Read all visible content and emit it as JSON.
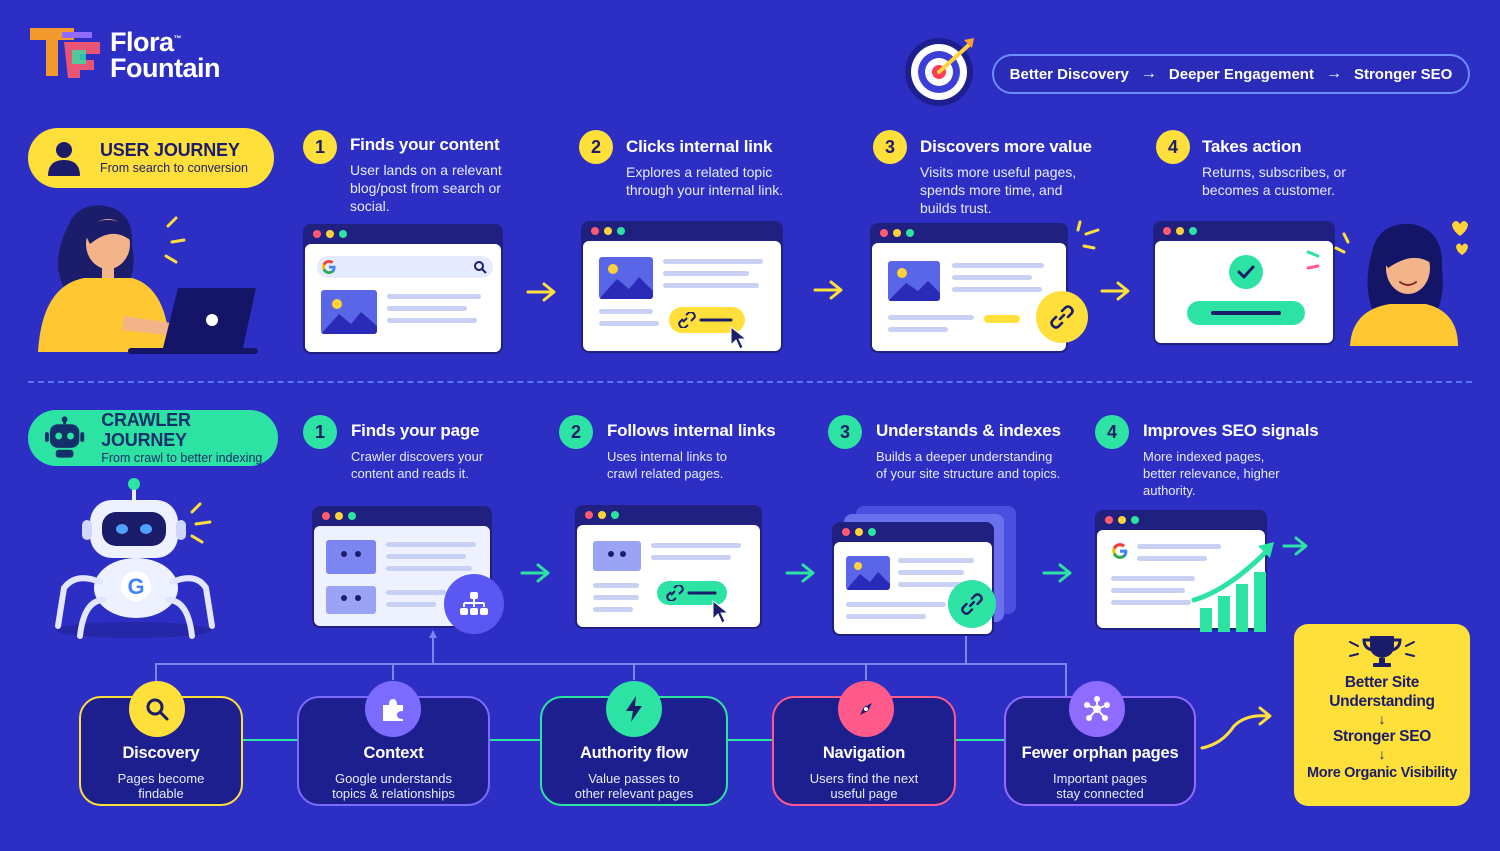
{
  "brand": {
    "name_line1": "Flora",
    "tm": "™",
    "name_line2": "Fountain"
  },
  "flow": {
    "items": [
      "Better Discovery",
      "Deeper Engagement",
      "Stronger SEO"
    ],
    "arrow": "→"
  },
  "user_journey": {
    "title": "USER JOURNEY",
    "subtitle": "From search to conversion",
    "steps": [
      {
        "num": "1",
        "title": "Finds your content",
        "desc": "User lands on a relevant blog/post from search or social."
      },
      {
        "num": "2",
        "title": "Clicks internal link",
        "desc": "Explores a related topic through your internal link."
      },
      {
        "num": "3",
        "title": "Discovers more value",
        "desc": "Visits more useful pages, spends more time, and builds trust."
      },
      {
        "num": "4",
        "title": "Takes action",
        "desc": "Returns, subscribes, or becomes a customer."
      }
    ]
  },
  "crawler_journey": {
    "title": "CRAWLER JOURNEY",
    "subtitle": "From crawl to better indexing",
    "steps": [
      {
        "num": "1",
        "title": "Finds your page",
        "desc": "Crawler discovers your content and reads it."
      },
      {
        "num": "2",
        "title": "Follows internal links",
        "desc": "Uses internal links to crawl related pages."
      },
      {
        "num": "3",
        "title": "Understands & indexes",
        "desc": "Builds a deeper understanding of your site structure and topics."
      },
      {
        "num": "4",
        "title": "Improves SEO signals",
        "desc": "More indexed pages, better relevance, higher authority."
      }
    ]
  },
  "benefits": [
    {
      "title": "Discovery",
      "desc_l1": "Pages become",
      "desc_l2": "findable",
      "icon": "magnifier-icon",
      "color": "#ffe03a"
    },
    {
      "title": "Context",
      "desc_l1": "Google understands",
      "desc_l2": "topics & relationships",
      "icon": "puzzle-icon",
      "color": "#7b6bff"
    },
    {
      "title": "Authority flow",
      "desc_l1": "Value passes to",
      "desc_l2": "other relevant pages",
      "icon": "lightning-icon",
      "color": "#2de3a3"
    },
    {
      "title": "Navigation",
      "desc_l1": "Users find the next",
      "desc_l2": "useful page",
      "icon": "compass-icon",
      "color": "#ff5a8a"
    },
    {
      "title": "Fewer orphan pages",
      "desc_l1": "Important pages",
      "desc_l2": "stay connected",
      "icon": "network-icon",
      "color": "#8f6bff"
    }
  ],
  "result": {
    "lines": [
      "Better Site",
      "Understanding",
      "Stronger SEO",
      "More Organic Visibility"
    ],
    "arrow": "↓",
    "icon": "trophy-icon"
  },
  "colors": {
    "background": "#2d2fc4",
    "yellow": "#ffe03a",
    "green": "#2de3a3",
    "card": "#1e1f8e"
  }
}
